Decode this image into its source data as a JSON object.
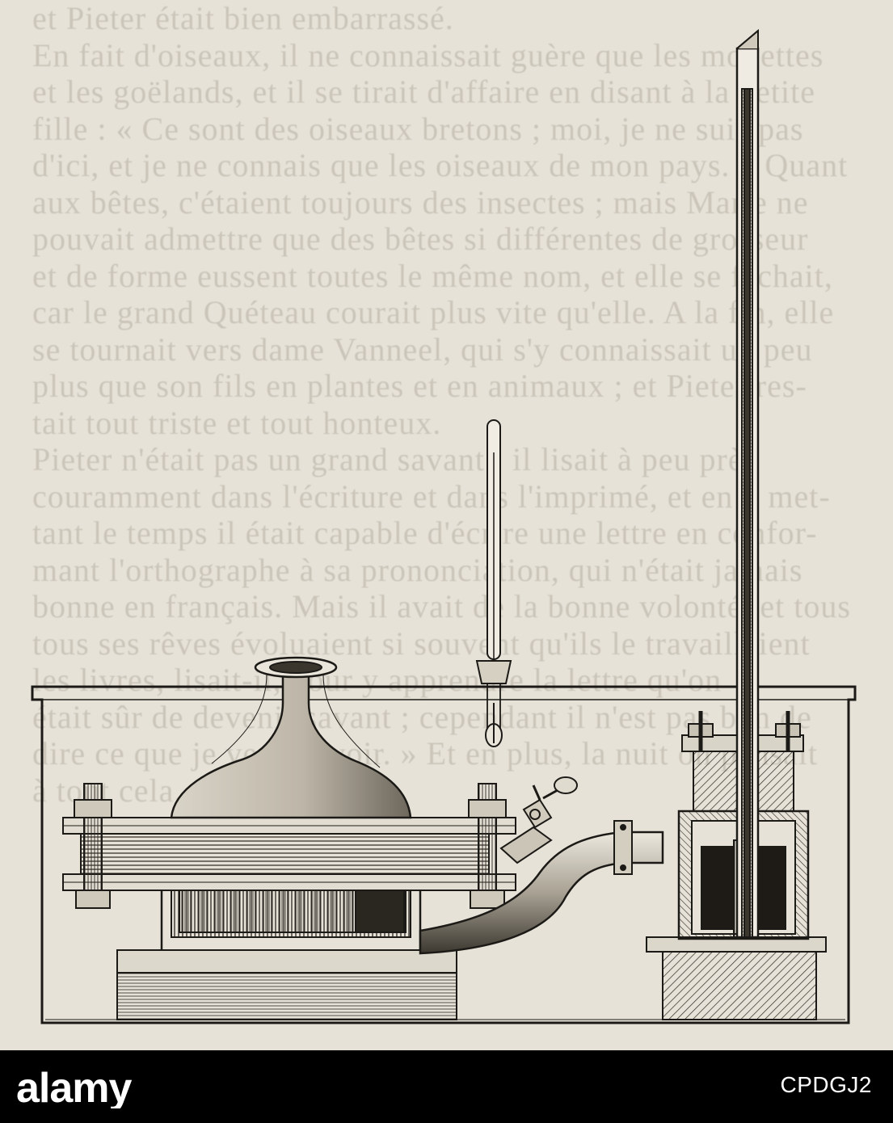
{
  "figure": {
    "paper_color": "#e6e2d8",
    "ink_color": "#1c1a16",
    "bleed_through_lines": [
      "et Pieter était bien embarrassé.",
      "En fait d'oiseaux, il ne connaissait guère que les mouettes",
      "et les goëlands, et il se tirait d'affaire en disant à la petite",
      "fille : « Ce sont des oiseaux bretons ; moi, je ne suis pas",
      "d'ici, et je ne connais que les oiseaux de mon pays. » Quant",
      "aux bêtes, c'étaient toujours des insectes ; mais Marie ne",
      "pouvait admettre que des bêtes si différentes de grosseur",
      "et de forme eussent toutes le même nom, et elle se fâchait,",
      "car le grand Quéteau courait plus vite qu'elle. A la fin, elle",
      "se tournait vers dame Vanneel, qui s'y connaissait un peu",
      "plus que son fils en plantes et en animaux ; et Pieter res-",
      "tait tout triste et tout honteux.",
      "Pieter n'était pas un grand savant ; il lisait à peu près",
      "couramment dans l'écriture et dans l'imprimé, et en y met-",
      "tant le temps il était capable d'écrire une lettre en confor-",
      "mant l'orthographe à sa prononciation, qui n'était jamais",
      "bonne en français. Mais il avait de la bonne volonté, et tous",
      "tous ses rêves évoluaient si souvent qu'ils le travaillaient",
      "les livres, lisait-il, pour y apprendre la lettre qu'on",
      "était sûr de devenir savant ; cependant il n'est pas bon de",
      "dire ce que je veux savoir. » Et en plus, la nuit on pensait",
      "à tout cela."
    ]
  },
  "stock_footer": {
    "brand": "alamy",
    "image_id": "CPDGJ2",
    "brand_color": "#ffffff",
    "background_color": "#000000"
  }
}
